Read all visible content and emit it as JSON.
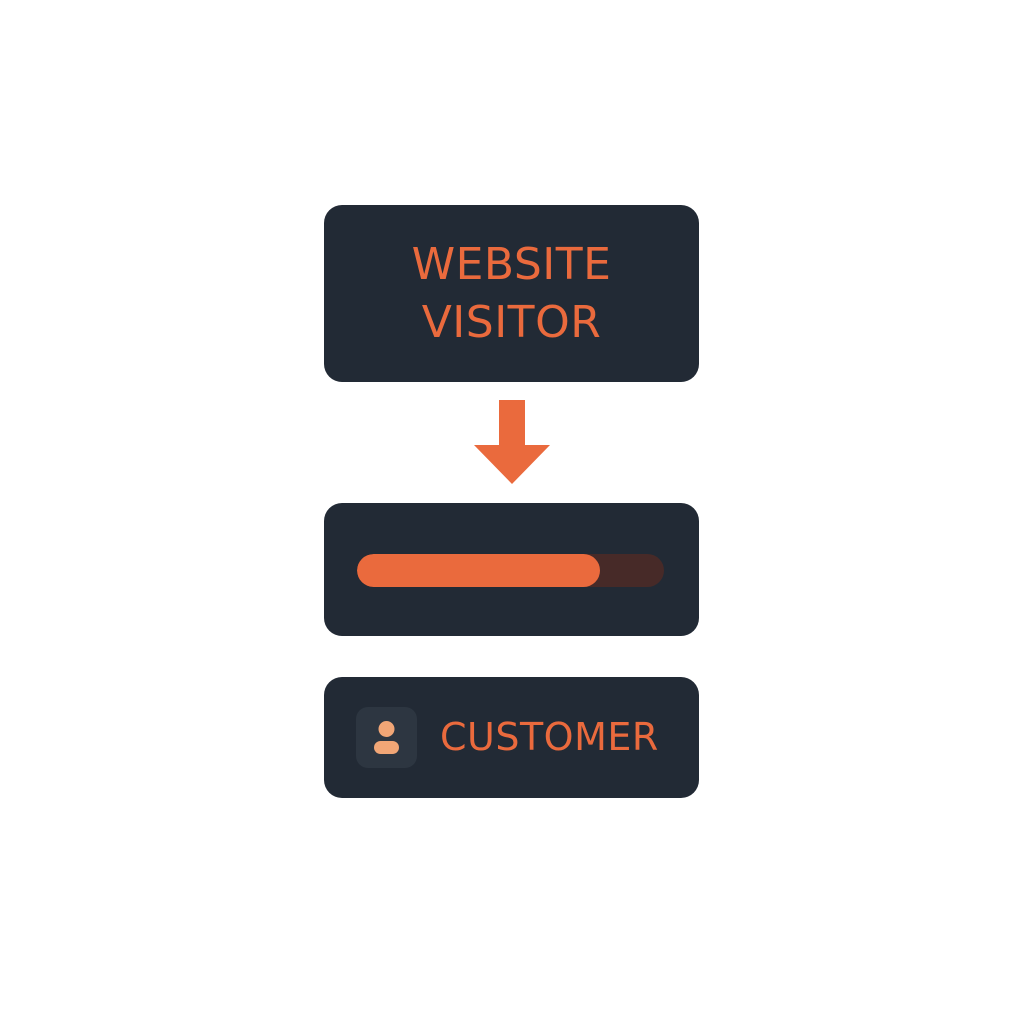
{
  "colors": {
    "card_background": "#222a35",
    "accent": "#ea6a3d",
    "track": "#472a28",
    "avatar_tile": "#2d3641",
    "avatar_figure": "#f1a676"
  },
  "visitor": {
    "line1": "WEBSITE",
    "line2": "VISITOR"
  },
  "flow_arrow": {
    "icon": "arrow-down-icon",
    "direction": "down"
  },
  "progress": {
    "fraction": 0.79
  },
  "customer": {
    "icon": "user-icon",
    "label": "CUSTOMER"
  }
}
